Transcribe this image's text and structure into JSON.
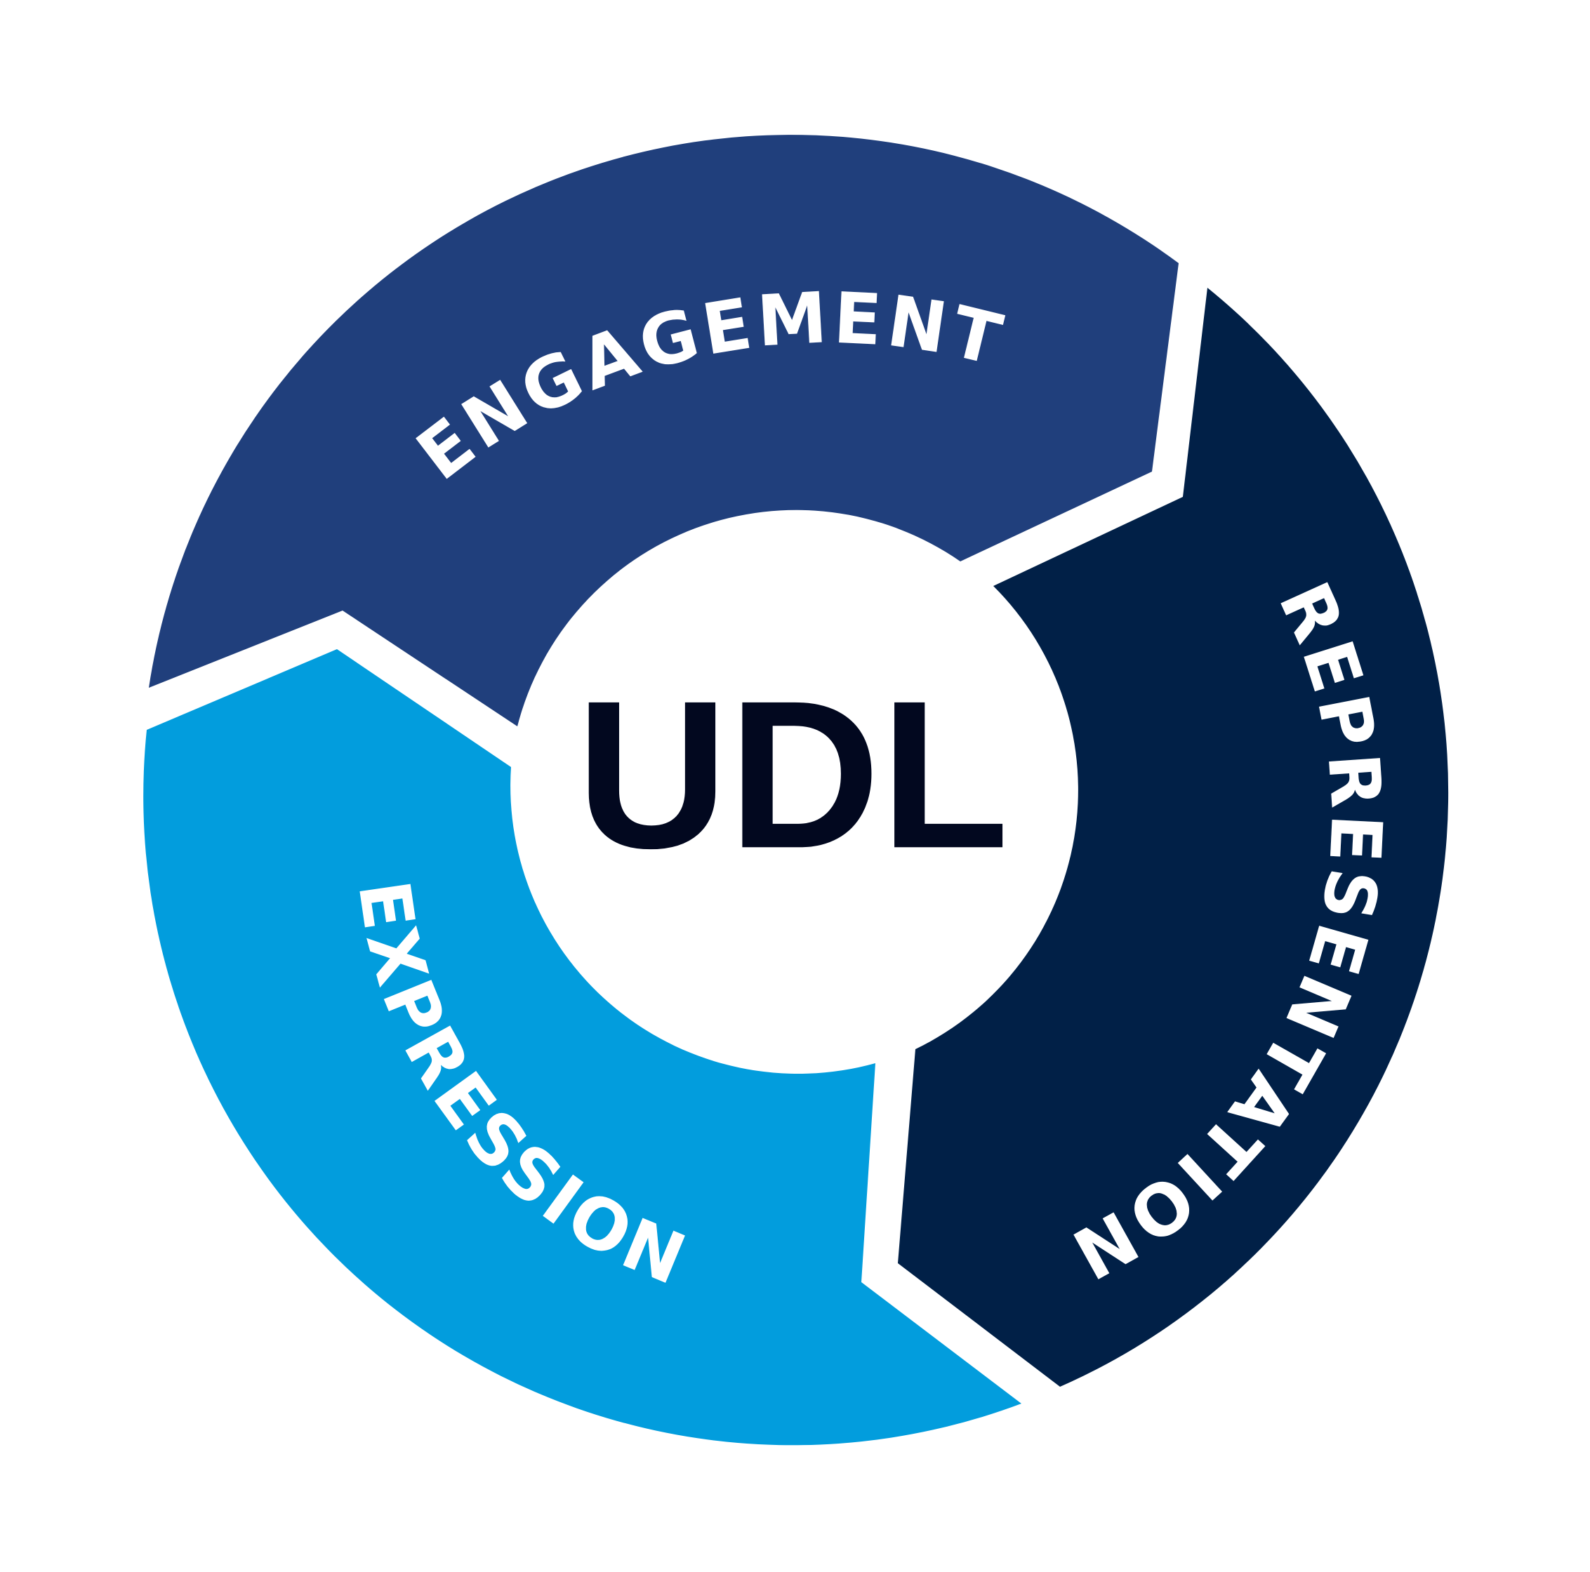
{
  "center": {
    "label": "UDL",
    "color": "#02081f"
  },
  "segments": [
    {
      "id": "engagement",
      "label": "ENGAGEMENT",
      "color": "#203f7c"
    },
    {
      "id": "representation",
      "label": "REPRESENTATION",
      "color": "#012047"
    },
    {
      "id": "expression",
      "label": "EXPRESSION",
      "color": "#029ddd"
    }
  ],
  "background_color": "#ffffff",
  "label_color": "#ffffff"
}
